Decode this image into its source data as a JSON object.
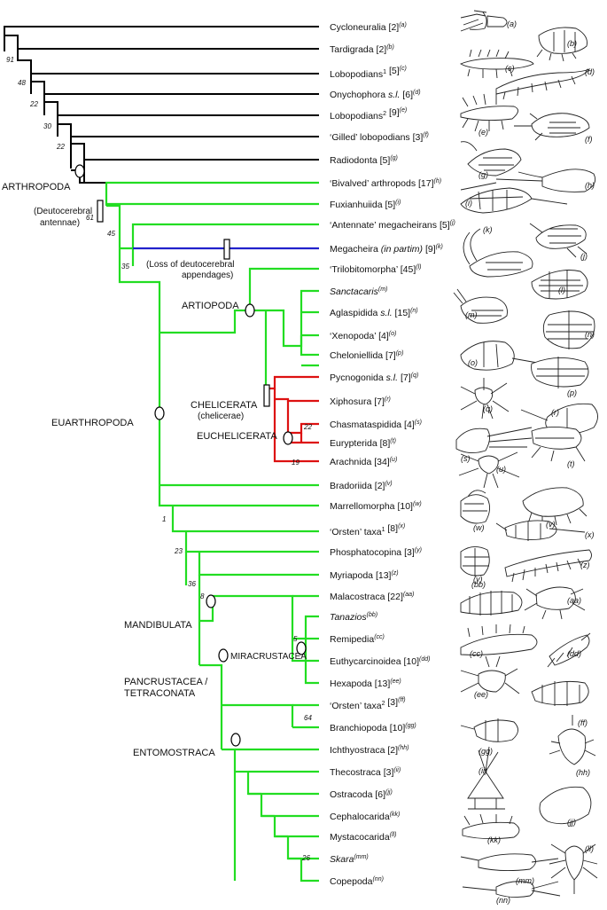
{
  "taxa": [
    {
      "key": "cyc",
      "pre": "Cycloneuralia",
      "ital": "",
      "post": " [2]",
      "tag": "(a)"
    },
    {
      "key": "tar",
      "pre": "Tardigrada",
      "ital": "",
      "post": " [2]",
      "tag": "(b)"
    },
    {
      "key": "lob1",
      "pre": "Lobopodians",
      "sup": "1",
      "ital": "",
      "post": " [5]",
      "tag": "(c)"
    },
    {
      "key": "ony",
      "pre": "Onychophora ",
      "ital": "s.l.",
      "post": " [6]",
      "tag": "(d)"
    },
    {
      "key": "lob2",
      "pre": "Lobopodians",
      "sup": "2",
      "ital": "",
      "post": " [9]",
      "tag": "(e)"
    },
    {
      "key": "gil",
      "pre": "‘Gilled’ lobopodians",
      "ital": "",
      "post": " [3]",
      "tag": "(f)"
    },
    {
      "key": "rad",
      "pre": "Radiodonta",
      "ital": "",
      "post": " [5]",
      "tag": "(g)"
    },
    {
      "key": "biv",
      "pre": "‘Bivalved’ arthropods",
      "ital": "",
      "post": " [17]",
      "tag": "(h)"
    },
    {
      "key": "fux",
      "pre": "Fuxianhuiida",
      "ital": "",
      "post": " [5]",
      "tag": "(i)"
    },
    {
      "key": "ant",
      "pre": "‘Antennate’ megacheirans",
      "ital": "",
      "post": " [5]",
      "tag": "(j)"
    },
    {
      "key": "meg",
      "pre": "Megacheira ",
      "ital": "(in partim)",
      "post": " [9]",
      "tag": "(k)"
    },
    {
      "key": "tri",
      "pre": "‘Trilobitomorpha’",
      "ital": "",
      "post": " [45]",
      "tag": "(l)"
    },
    {
      "key": "san",
      "pre": "",
      "ital": "Sanctacaris",
      "post": "",
      "tag": "(m)"
    },
    {
      "key": "agl",
      "pre": "Aglaspidida ",
      "ital": "s.l.",
      "post": " [15]",
      "tag": "(n)"
    },
    {
      "key": "xen",
      "pre": "‘Xenopoda’",
      "ital": "",
      "post": " [4]",
      "tag": "(o)"
    },
    {
      "key": "che",
      "pre": "Cheloniellida",
      "ital": "",
      "post": " [7]",
      "tag": "(p)"
    },
    {
      "key": "pyc",
      "pre": "Pycnogonida ",
      "ital": "s.l.",
      "post": " [7]",
      "tag": "(q)"
    },
    {
      "key": "xip",
      "pre": "Xiphosura",
      "ital": "",
      "post": " [7]",
      "tag": "(r)"
    },
    {
      "key": "chm",
      "pre": "Chasmataspidida",
      "ital": "",
      "post": " [4]",
      "tag": "(s)"
    },
    {
      "key": "eur",
      "pre": "Eurypterida",
      "ital": "",
      "post": " [8]",
      "tag": "(t)"
    },
    {
      "key": "ara",
      "pre": "Arachnida",
      "ital": "",
      "post": " [34]",
      "tag": "(u)"
    },
    {
      "key": "bra",
      "pre": "Bradoriida",
      "ital": "",
      "post": " [2]",
      "tag": "(v)"
    },
    {
      "key": "mar",
      "pre": "Marrellomorpha",
      "ital": "",
      "post": " [10]",
      "tag": "(w)"
    },
    {
      "key": "ors1",
      "pre": "‘Orsten’ taxa",
      "sup": "1",
      "ital": "",
      "post": " [8]",
      "tag": "(x)"
    },
    {
      "key": "pho",
      "pre": "Phosphatocopina",
      "ital": "",
      "post": " [3]",
      "tag": "(y)"
    },
    {
      "key": "myr",
      "pre": "Myriapoda",
      "ital": "",
      "post": " [13]",
      "tag": "(z)"
    },
    {
      "key": "mal",
      "pre": "Malacostraca",
      "ital": "",
      "post": " [22]",
      "tag": "(aa)"
    },
    {
      "key": "tan",
      "pre": "",
      "ital": "Tanazios",
      "post": "",
      "tag": "(bb)"
    },
    {
      "key": "rem",
      "pre": "Remipedia",
      "ital": "",
      "post": "",
      "tag": "(cc)"
    },
    {
      "key": "eut",
      "pre": "Euthycarcinoidea",
      "ital": "",
      "post": " [10]",
      "tag": "(dd)"
    },
    {
      "key": "hex",
      "pre": "Hexapoda",
      "ital": "",
      "post": " [13]",
      "tag": "(ee)"
    },
    {
      "key": "ors2",
      "pre": "‘Orsten’ taxa",
      "sup": "2",
      "ital": "",
      "post": " [3]",
      "tag": "(ff)"
    },
    {
      "key": "bnc",
      "pre": "Branchiopoda",
      "ital": "",
      "post": " [10]",
      "tag": "(gg)"
    },
    {
      "key": "ich",
      "pre": "Ichthyostraca",
      "ital": "",
      "post": " [2]",
      "tag": "(hh)"
    },
    {
      "key": "the",
      "pre": "Thecostraca",
      "ital": "",
      "post": " [3]",
      "tag": "(ii)"
    },
    {
      "key": "ost",
      "pre": "Ostracoda",
      "ital": "",
      "post": " [6]",
      "tag": "(jj)"
    },
    {
      "key": "cep",
      "pre": "Cephalocarida",
      "ital": "",
      "post": "",
      "tag": "(kk)"
    },
    {
      "key": "mys",
      "pre": "Mystacocarida",
      "ital": "",
      "post": "",
      "tag": "(ll)"
    },
    {
      "key": "ska",
      "pre": "",
      "ital": "Skara",
      "post": "",
      "tag": "(mm)"
    },
    {
      "key": "cop",
      "pre": "Copepoda",
      "ital": "",
      "post": "",
      "tag": "(nn)"
    }
  ],
  "clades": {
    "arthropoda": "ARTHROPODA",
    "euarthropoda": "EUARTHROPODA",
    "artiopoda": "ARTIOPODA",
    "chelicerata": "CHELICERATA",
    "chelicerae": "(chelicerae)",
    "euchelicerata": "EUCHELICERATA",
    "mandibulata": "MANDIBULATA",
    "miracrustacea": "MIRACRUSTACEA",
    "pancrustacea": "PANCRUSTACEA /",
    "tetraconata": "TETRACONATA",
    "entomostraca": "ENTOMOSTRACA"
  },
  "annotations": {
    "deuto1": "(Deutocerebral",
    "deuto2": "antennae)",
    "loss1": "(Loss of deutocerebral",
    "loss2": "appendages)"
  },
  "support": {
    "s91": "91",
    "s48": "48",
    "s22a": "22",
    "s30": "30",
    "s22b": "22",
    "s61": "61",
    "s45": "45",
    "s35": "35",
    "s22c": "22",
    "s19": "19",
    "s1": "1",
    "s23": "23",
    "s36": "36",
    "s8": "8",
    "s5": "5",
    "s64": "64",
    "s26": "26"
  },
  "illustration_tags": [
    "(a)",
    "(b)",
    "(c)",
    "(d)",
    "(e)",
    "(f)",
    "(g)",
    "(h)",
    "(i)",
    "(j)",
    "(k)",
    "(l)",
    "(m)",
    "(n)",
    "(o)",
    "(p)",
    "(q)",
    "(r)",
    "(s)",
    "(t)",
    "(u)",
    "(v)",
    "(w)",
    "(x)",
    "(y)",
    "(z)",
    "(aa)",
    "(bb)",
    "(cc)",
    "(dd)",
    "(ee)",
    "(ff)",
    "(gg)",
    "(hh)",
    "(ii)",
    "(jj)",
    "(kk)",
    "(ll)",
    "(mm)",
    "(nn)"
  ],
  "colors": {
    "stem": "#000000",
    "euarthropoda": "#22dd22",
    "megacheira": "#2222cc",
    "chelicerata": "#dd1111"
  }
}
